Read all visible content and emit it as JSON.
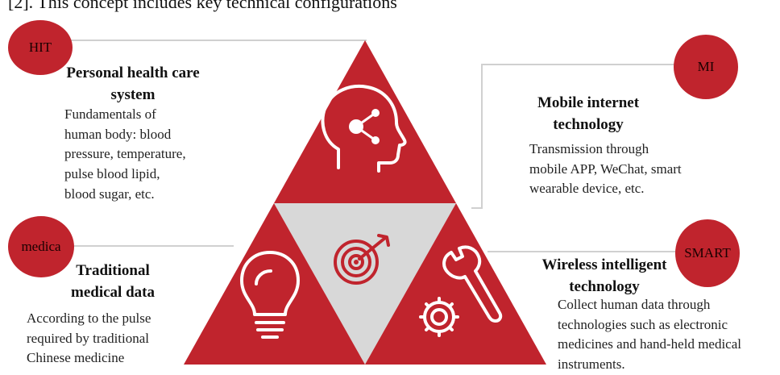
{
  "top_caption": "[2]. This concept includes key technical configurations",
  "hubs": {
    "hit": {
      "badge": "HIT",
      "title_line1": "Personal health care",
      "title_line2": "system",
      "body": [
        "Fundamentals of",
        "human body: blood",
        "pressure, temperature,",
        "pulse blood lipid,",
        "blood sugar, etc."
      ]
    },
    "mi": {
      "badge": "MI",
      "title_line1": "Mobile internet",
      "title_line2": "technology",
      "body": [
        "Transmission through",
        "mobile APP, WeChat, smart",
        "wearable device, etc."
      ]
    },
    "medica": {
      "badge": "medica",
      "title_line1": "Traditional",
      "title_line2": "medical data",
      "body": [
        "According to the pulse",
        "required by traditional",
        "Chinese medicine"
      ]
    },
    "smart": {
      "badge": "SMART",
      "title_line1": "Wireless intelligent",
      "title_line2": "technology",
      "body": [
        "Collect human data through",
        "technologies such as electronic",
        "medicines and hand-held medical",
        "instruments."
      ]
    }
  },
  "colors": {
    "accent": "#c0242d",
    "center": "#d8d8d8",
    "line": "#d0d0d0"
  },
  "icons": [
    "head-network-icon",
    "target-icon",
    "lightbulb-icon",
    "wrench-gear-icon"
  ]
}
